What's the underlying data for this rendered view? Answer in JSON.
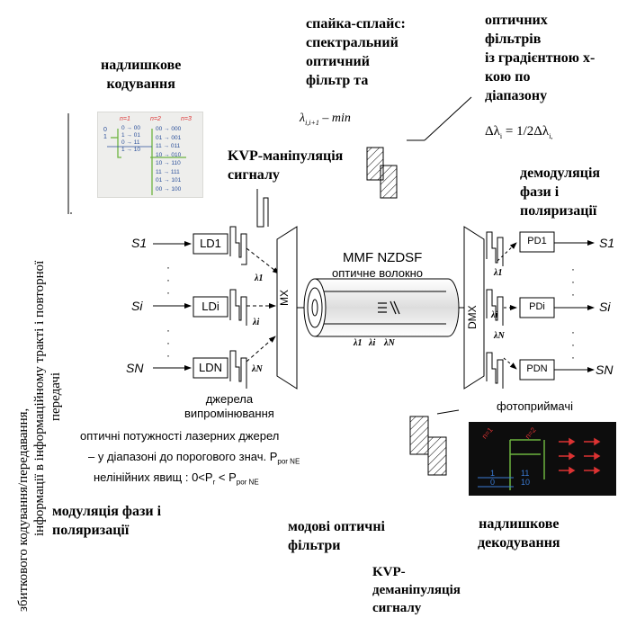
{
  "vertical_text": {
    "line1": "збиткового кодування/передавання,",
    "line2": "інформації в інформаційному тракті і повторної",
    "line3": "передачі"
  },
  "labels": {
    "excess_coding": "надлишкове\nкодування",
    "splice": "спайка-сплайс:\nспектральний\nоптичний\nфільтр та",
    "splice_formula": "λi,i+1 – min",
    "filters_gradient": "оптичних\nфільтрів\nіз градієнтною х-\nкою по\nдіапазону",
    "delta_formula": "Δλi = 1/2Δλi",
    "kvp_manip": "KVP-маніпуляція\nсигналу",
    "demod": "демодуляція\nфази і\nполяризації",
    "fiber_title": "MMF NZDSF",
    "fiber_sub": "оптичне волокно",
    "mx": "MX",
    "dmx": "DMX",
    "sources": "джерела\nвипромінювання",
    "photodetectors": "фотоприймачі",
    "power_line1": "оптичні потужності лазерних джерел",
    "power_line2": "– у діапазоні до порогового знач. P",
    "power_sub1": "por NE",
    "power_line3": "нелінійних явищ : 0<P",
    "power_line3b": " < P",
    "power_sub2": "por NE",
    "power_subr": "r",
    "mod_phase": "модуляція фази і\nполяризації",
    "mode_filters": "модові оптичні\nфільтри",
    "excess_decoding": "надлишкове\nдекодування",
    "kvp_demanip": "KVP-\nдеманіпуляція\nсигналу"
  },
  "inputs": [
    "S1",
    "Si",
    "SN"
  ],
  "outputs": [
    "S1",
    "Si",
    "SN"
  ],
  "lasers": [
    "LD1",
    "LDi",
    "LDN"
  ],
  "detectors": [
    "PD1",
    "PDi",
    "PDN"
  ],
  "lambdas": [
    "λ1",
    "λi",
    "λN"
  ],
  "fiber_lambdas": [
    "λ1",
    "λi",
    "λN"
  ],
  "inset_coding": {
    "headers": [
      "n=1",
      "n=2",
      "n=3"
    ],
    "col1": [
      "0",
      "1"
    ],
    "col2": [
      "0 → 00",
      "1 → 01",
      "0 → 11",
      "1 → 10"
    ],
    "col3": [
      "00 → 000",
      "01 → 001",
      "11 → 011",
      "10 → 010",
      "10 → 110",
      "11 → 111",
      "01 → 101",
      "00 → 100"
    ]
  },
  "inset_decoding": {
    "headers": [
      "n=1",
      "n=2"
    ],
    "col2": [
      "11",
      "10"
    ],
    "col1": [
      "1",
      "0"
    ]
  }
}
